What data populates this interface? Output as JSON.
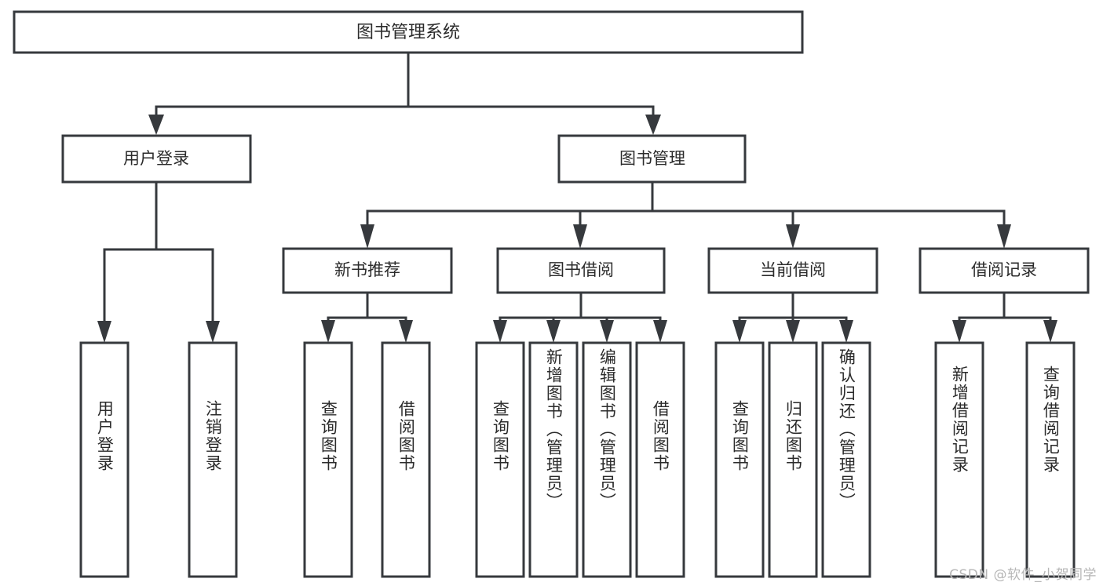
{
  "diagram": {
    "type": "tree-hierarchy-chart",
    "title": "图书管理系统",
    "watermark": "CSDN @软件_小贺同学",
    "colors": {
      "box_stroke": "#36393d",
      "box_fill": "#ffffff",
      "text": "#2b2b2b",
      "background": "#ffffff",
      "watermark": "#b6b6b6"
    },
    "levels": {
      "root": {
        "label": "图书管理系统"
      },
      "level2": [
        {
          "label": "用户登录"
        },
        {
          "label": "图书管理"
        }
      ],
      "level3": [
        {
          "label": "新书推荐"
        },
        {
          "label": "图书借阅"
        },
        {
          "label": "当前借阅"
        },
        {
          "label": "借阅记录"
        }
      ]
    },
    "leaves": {
      "user_login": [
        {
          "label": "用户登录"
        },
        {
          "label": "注销登录"
        }
      ],
      "new_book_recommend": [
        {
          "label": "查询图书"
        },
        {
          "label": "借阅图书"
        }
      ],
      "book_borrow": [
        {
          "label": "查询图书"
        },
        {
          "label": "新增图书（管理员）"
        },
        {
          "label": "编辑图书（管理员）"
        },
        {
          "label": "借阅图书"
        }
      ],
      "current_borrow": [
        {
          "label": "查询图书"
        },
        {
          "label": "归还图书"
        },
        {
          "label": "确认归还（管理员）"
        }
      ],
      "borrow_record": [
        {
          "label": "新增借阅记录"
        },
        {
          "label": "查询借阅记录"
        }
      ]
    }
  }
}
